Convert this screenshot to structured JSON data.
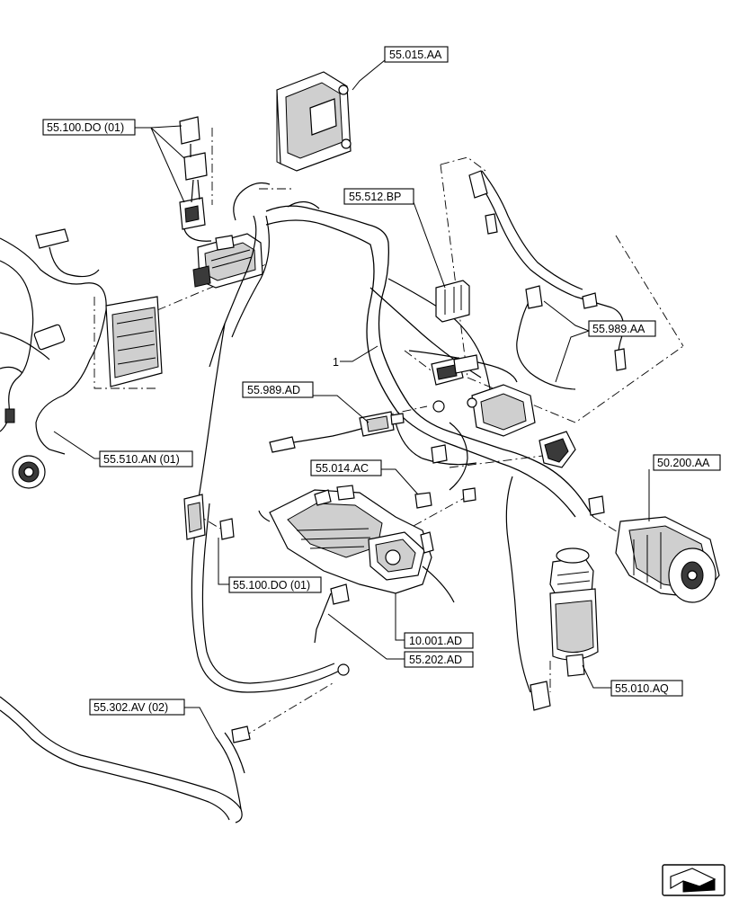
{
  "callouts": {
    "c_55_015_AA": "55.015.AA",
    "c_55_100_DO_top": "55.100.DO (01)",
    "c_55_512_BP": "55.512.BP",
    "c_55_989_AA": "55.989.AA",
    "c_55_989_AD": "55.989.AD",
    "c_55_510_AN": "55.510.AN (01)",
    "c_55_014_AC": "55.014.AC",
    "c_50_200_AA": "50.200.AA",
    "c_55_100_DO_mid": "55.100.DO (01)",
    "c_10_001_AD": "10.001.AD",
    "c_55_202_AD": "55.202.AD",
    "c_55_010_AQ": "55.010.AQ",
    "c_55_302_AV": "55.302.AV (02)",
    "item_1": "1"
  },
  "icons": {
    "nav": "view-direction-arrow-icon"
  }
}
